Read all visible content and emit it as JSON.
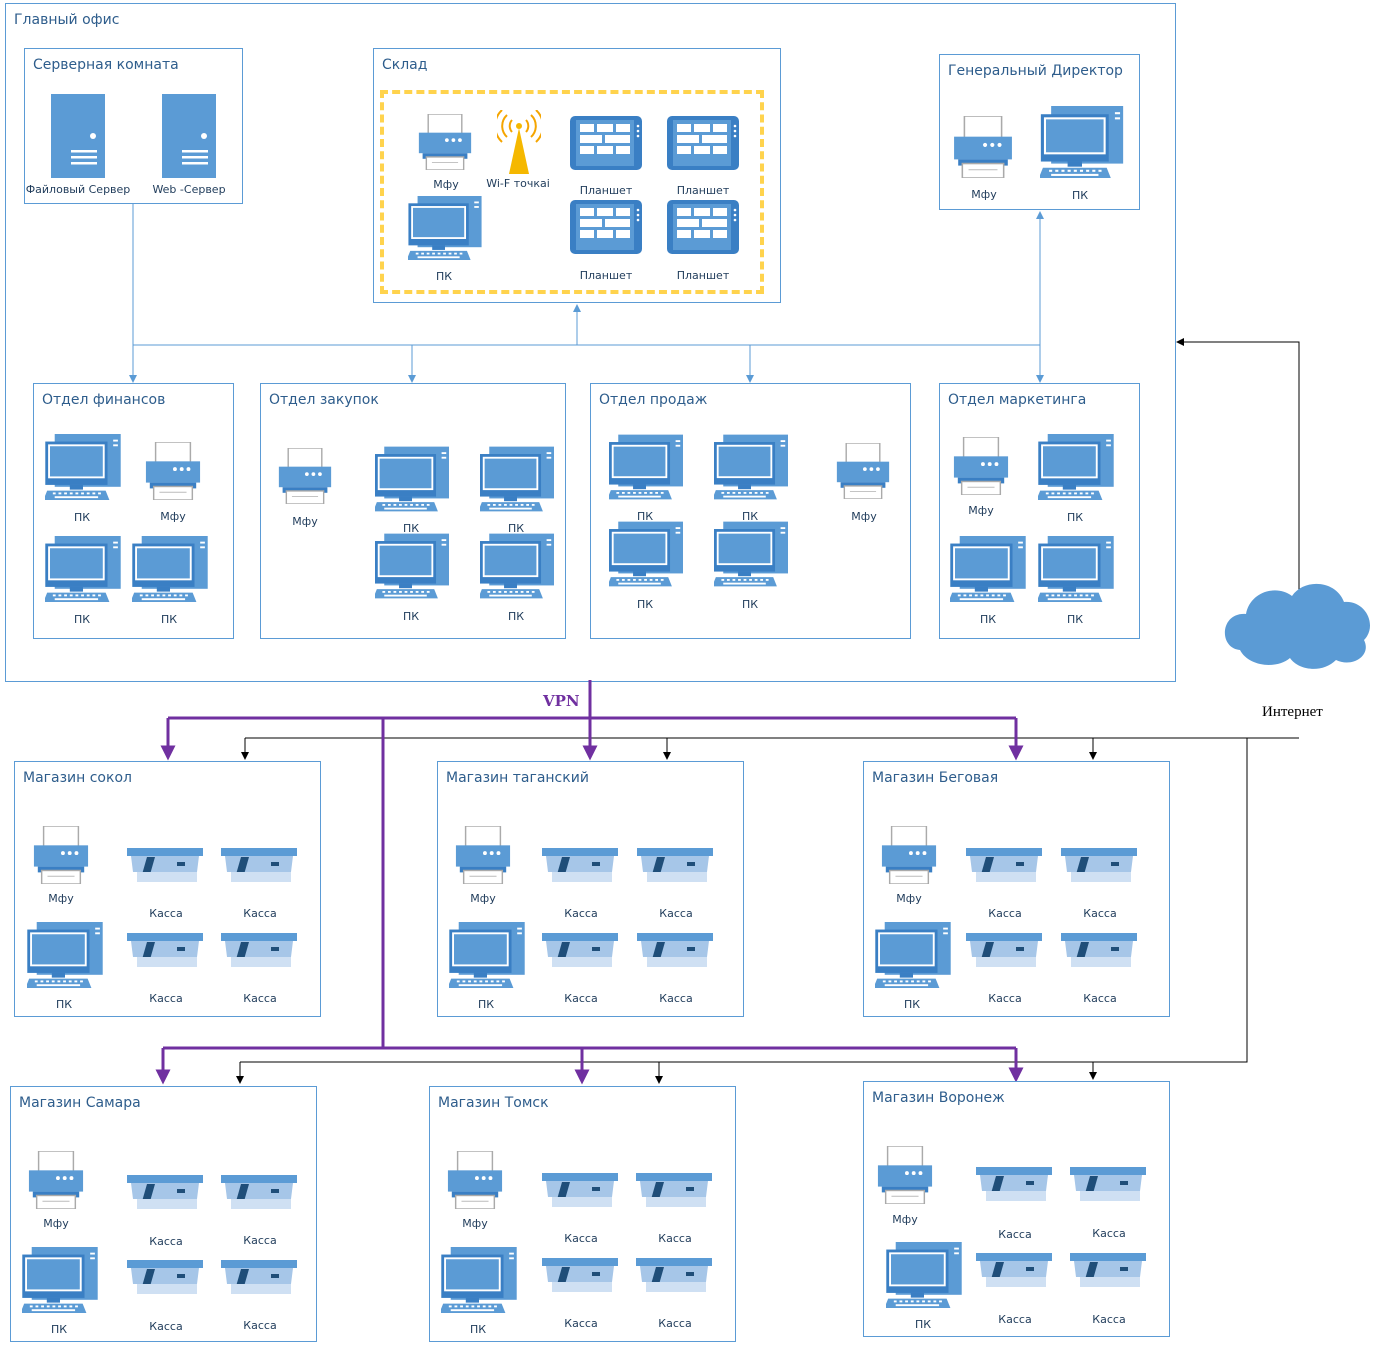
{
  "main_office": {
    "title": "Главный офис",
    "server_room": {
      "title": "Серверная комната",
      "file_server": "Файловый Сервер",
      "web_server": "Web -Сервер"
    },
    "warehouse": {
      "title": "Склад",
      "mfu": "Мфу",
      "wifi": "Wi-F точкаi",
      "tablet_1": "Планшет",
      "tablet_2": "Планшет",
      "tablet_3": "Планшет",
      "tablet_4": "Планшет",
      "pc": "ПК"
    },
    "director": {
      "title": "Генеральный Директор",
      "mfu": "Мфу",
      "pc": "ПК"
    },
    "finance": {
      "title": "Отдел финансов",
      "pc_1": "ПК",
      "mfu": "Мфу",
      "pc_2": "ПК",
      "pc_3": "ПК"
    },
    "purchasing": {
      "title": "Отдел закупок",
      "mfu": "Мфу",
      "pc_1": "ПК",
      "pc_2": "ПК",
      "pc_3": "ПК",
      "pc_4": "ПК"
    },
    "sales": {
      "title": "Отдел продаж",
      "pc_1": "ПК",
      "pc_2": "ПК",
      "mfu": "Мфу",
      "pc_3": "ПК",
      "pc_4": "ПК"
    },
    "marketing": {
      "title": "Отдел маркетинга",
      "mfu": "Мфу",
      "pc_1": "ПК",
      "pc_2": "ПК",
      "pc_3": "ПК"
    }
  },
  "vpn_label": "VPN",
  "internet_label": "Интернет",
  "stores": [
    {
      "title": "Магазин сокол",
      "mfu": "Мфу",
      "pc": "ПК",
      "cash": [
        "Касса",
        "Касса",
        "Касса",
        "Касса"
      ]
    },
    {
      "title": "Магазин таганский",
      "mfu": "Мфу",
      "pc": "ПК",
      "cash": [
        "Касса",
        "Касса",
        "Касса",
        "Касса"
      ]
    },
    {
      "title": "Магазин Беговая",
      "mfu": "Мфу",
      "pc": "ПК",
      "cash": [
        "Касса",
        "Касса",
        "Касса",
        "Касса"
      ]
    },
    {
      "title": "Магазин Самара",
      "mfu": "Мфу",
      "pc": "ПК",
      "cash": [
        "Касса",
        "Касса",
        "Касса",
        "Касса"
      ]
    },
    {
      "title": "Магазин Томск",
      "mfu": "Мфу",
      "pc": "ПК",
      "cash": [
        "Касса",
        "Касса",
        "Касса",
        "Касса"
      ]
    },
    {
      "title": "Магазин Воронеж",
      "mfu": "Мфу",
      "pc": "ПК",
      "cash": [
        "Касса",
        "Касса",
        "Касса",
        "Касса"
      ]
    }
  ],
  "colors": {
    "box_border": "#5b9bd5",
    "device": "#5b9bd5",
    "vpn": "#7030a0",
    "internet_line": "#000000",
    "wifi_frame": "#ffd34d"
  }
}
